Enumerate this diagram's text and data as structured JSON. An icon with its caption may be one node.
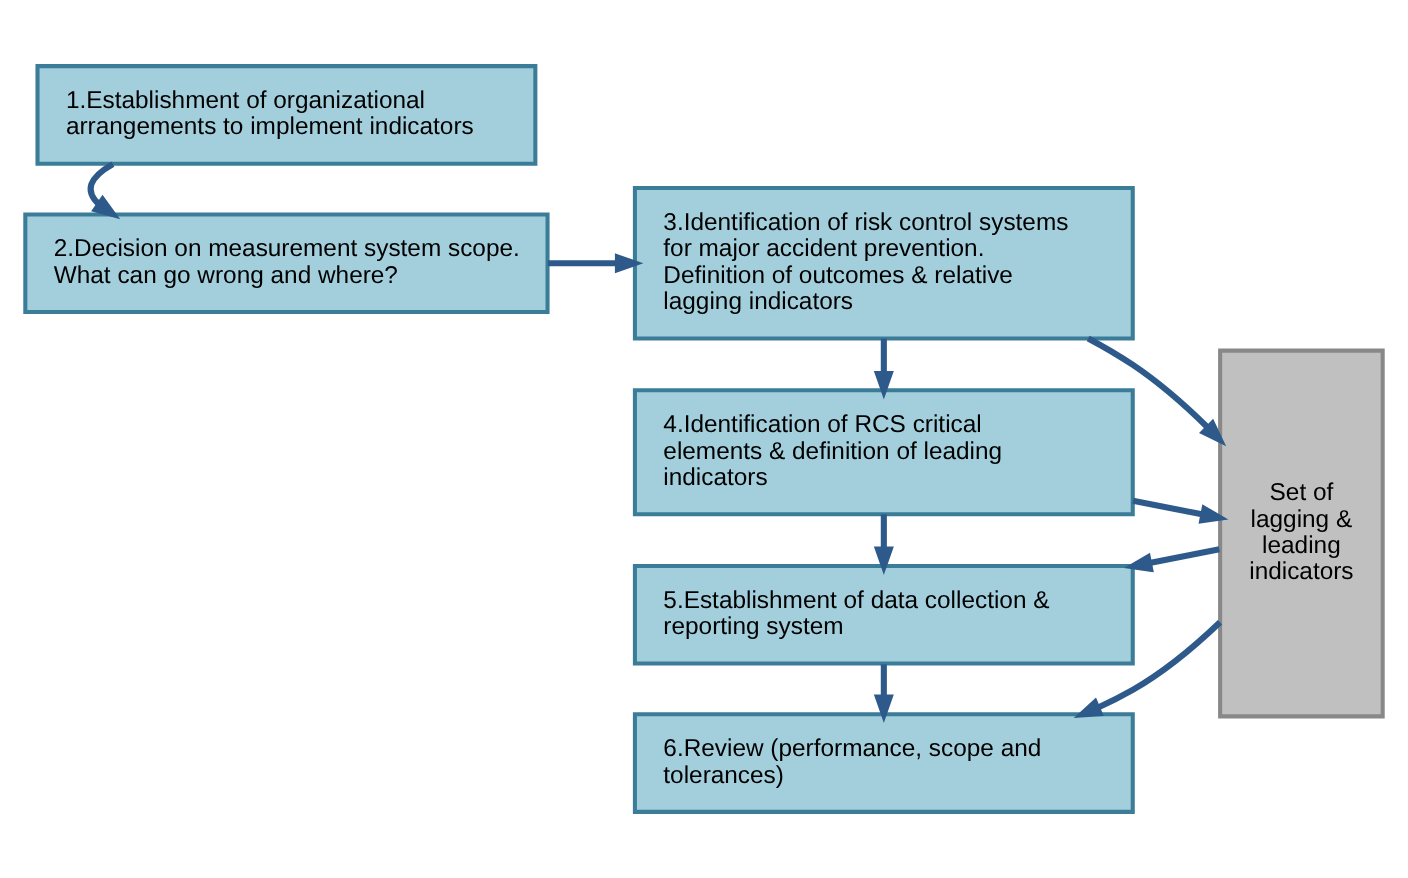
{
  "diagram": {
    "nodes": [
      {
        "text": [
          "1.Establishment of organizational arrangements to implement indicators"
        ]
      },
      {
        "text": [
          "2.Decision on measurement system scope. What can go wrong and where?"
        ]
      },
      {
        "text": [
          "3.Identification of risk control systems for major accident prevention. Definition of outcomes & relative lagging indicators"
        ]
      },
      {
        "text": [
          "4.Identification of RCS critical elements & definition of leading indicators"
        ]
      },
      {
        "text": [
          "5.Establishment of data collection & reporting system"
        ]
      },
      {
        "text": [
          "6.Review (performance, scope and tolerances)"
        ]
      },
      {
        "text": [
          "Set of lagging & leading indicators"
        ]
      }
    ],
    "edges": [
      {
        "from": 0,
        "to": 1,
        "arrow": "to"
      },
      {
        "from": 1,
        "to": 2,
        "arrow": "to"
      },
      {
        "from": 2,
        "to": 3,
        "arrow": "to"
      },
      {
        "from": 3,
        "to": 4,
        "arrow": "to"
      },
      {
        "from": 4,
        "to": 5,
        "arrow": "to"
      },
      {
        "from": 2,
        "to": 6,
        "arrow": "to"
      },
      {
        "from": 3,
        "to": 6,
        "arrow": "to"
      },
      {
        "from": 6,
        "to": 4,
        "arrow": "to"
      },
      {
        "from": 6,
        "to": 5,
        "arrow": "to"
      }
    ]
  }
}
